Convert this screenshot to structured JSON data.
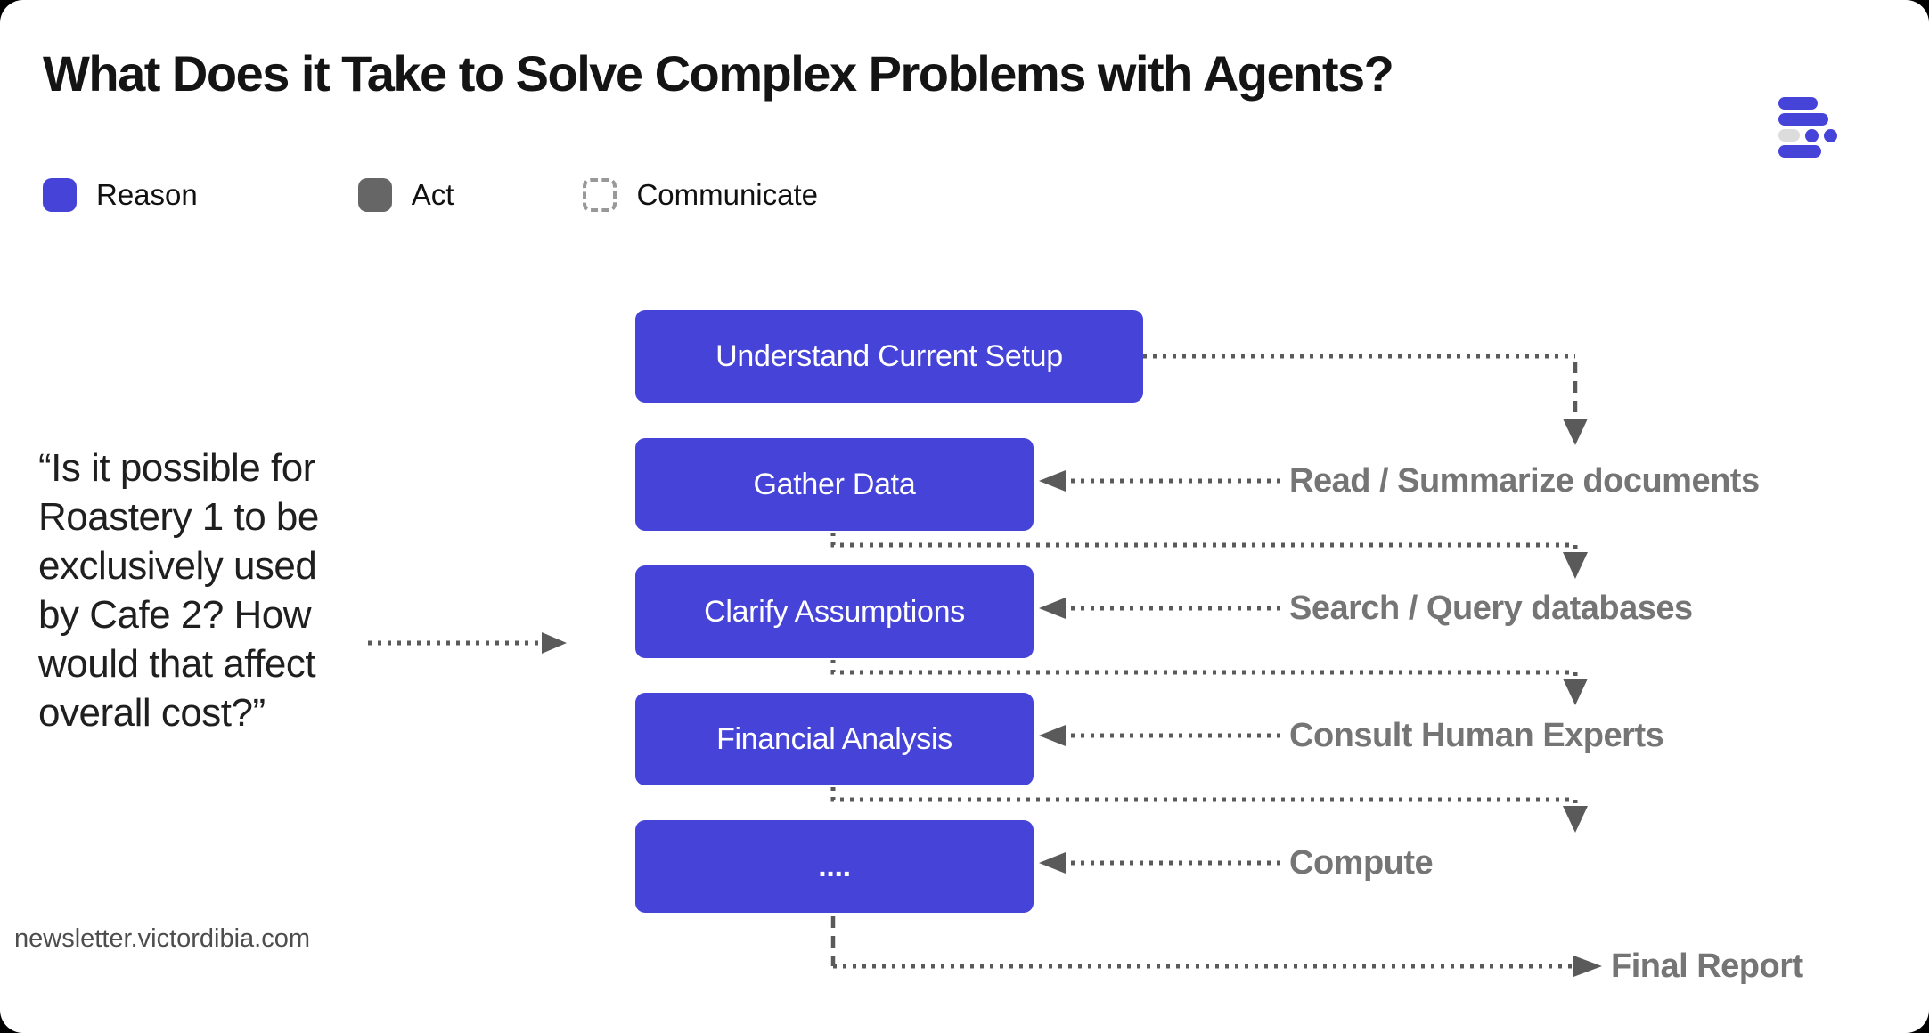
{
  "title": "What Does it Take to Solve Complex Problems with Agents?",
  "colors": {
    "reason_blue": "#4643D9",
    "act_gray": "#666666",
    "communicate_border": "#999999",
    "label_gray": "#757575",
    "arrow_gray": "#5A5A5A",
    "logo_gray": "#DCDCDC",
    "title_black": "#141414",
    "quote_black": "#1F1F1F",
    "footer_gray": "#4D4D4D",
    "card_bg": "#FFFFFF",
    "page_bg": "#000000"
  },
  "legend": {
    "items": [
      {
        "label": "Reason",
        "type": "reason"
      },
      {
        "label": "Act",
        "type": "act"
      },
      {
        "label": "Communicate",
        "type": "communicate"
      }
    ]
  },
  "query": {
    "text": "“Is it possible for\nRoastery 1 to be\nexclusively used\nby Cafe 2? How\nwould that affect\noverall cost?”"
  },
  "flow": {
    "steps": [
      {
        "label": "Understand Current Setup"
      },
      {
        "label": "Gather Data"
      },
      {
        "label": "Clarify Assumptions"
      },
      {
        "label": "Financial Analysis"
      },
      {
        "label": "...."
      }
    ],
    "actions": [
      {
        "label": "Read / Summarize documents"
      },
      {
        "label": "Search / Query databases"
      },
      {
        "label": "Consult Human Experts"
      },
      {
        "label": "Compute"
      }
    ],
    "output": {
      "label": "Final Report"
    }
  },
  "footer": {
    "site": "newsletter.victordibia.com"
  },
  "logo": {
    "name": "victordibia-newsletter-logo"
  }
}
